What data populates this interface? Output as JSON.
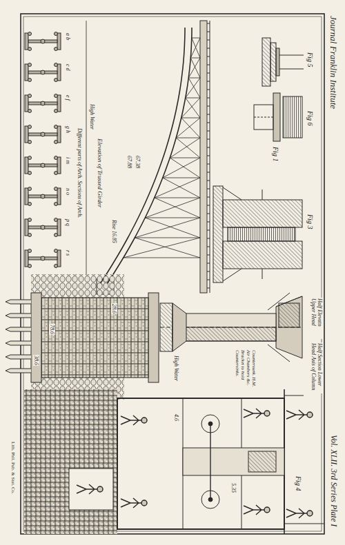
{
  "diagram": {
    "title": "Journal Franklin Institute",
    "labels": [
      "Vol. XLII. 3rd Series Plate I",
      "Fig 5",
      "Fig 6",
      "Fig 1",
      "Fig 3",
      "Half Elevatn Upper Head",
      "Half Section Lower Head Axis of Column",
      "Countersunk. H.M. Air Chambers &c. Bracket to hold Countersinks.",
      "Fig 4",
      "67.38",
      "67.88",
      "High Water",
      "Elevation of Trussed Girder",
      "Rise 16.85",
      "Different parts of Arch. Sections of Arch.",
      "a b",
      "c d",
      "e f",
      "g h",
      "i m",
      "n o",
      "p q",
      "r s",
      "High Water",
      "28.6",
      "78.6",
      "38.6",
      "5.35",
      "4.6",
      "Lith. Phil. Pub. & Stat. Co."
    ]
  }
}
